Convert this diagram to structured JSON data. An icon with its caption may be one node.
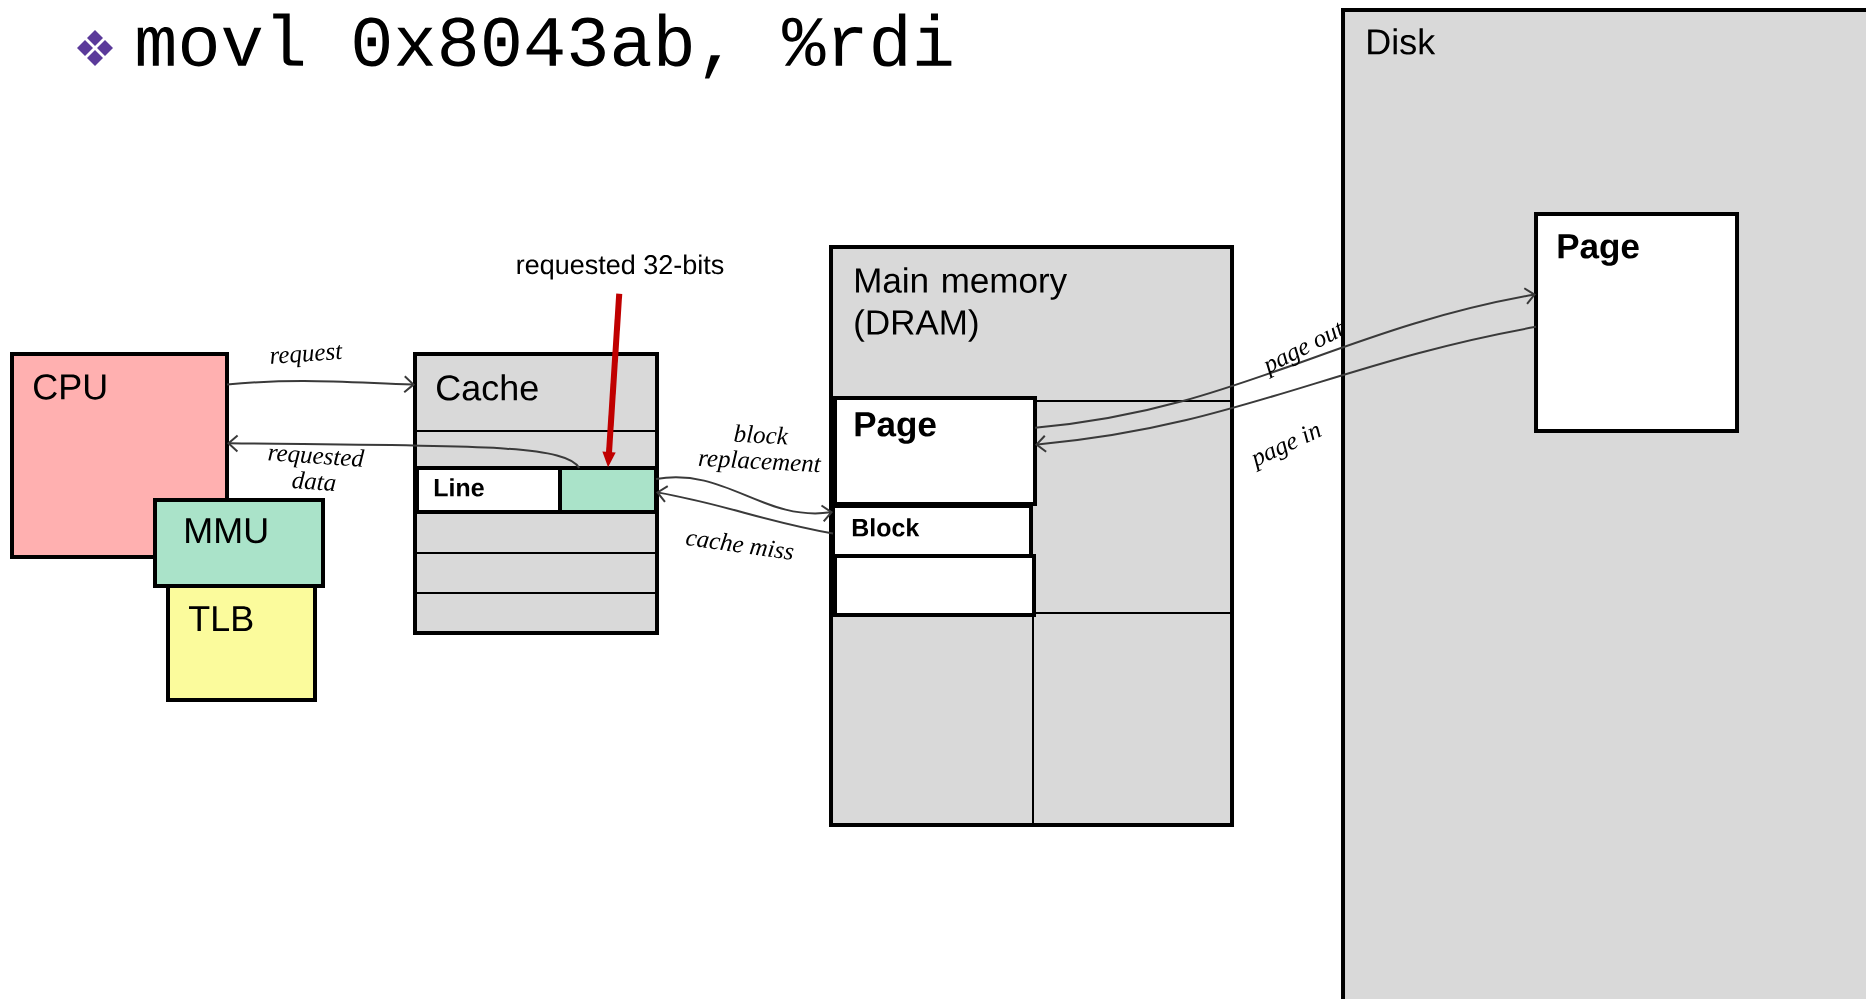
{
  "diagram": {
    "nodes": [
      {
        "text": [
          "CPU"
        ]
      },
      {
        "text": [
          "MMU"
        ]
      },
      {
        "text": [
          "TLB"
        ]
      },
      {
        "text": [
          "Cache"
        ]
      },
      {
        "text": [
          "Line"
        ],
        "in": 3
      },
      {
        "text": [],
        "shape": "box",
        "in": 3
      },
      {
        "text": [
          "requested 32-bits"
        ]
      },
      {
        "text": [
          "Main memory (DRAM)"
        ]
      },
      {
        "text": [
          "Page"
        ],
        "in": 7
      },
      {
        "text": [
          "Block"
        ],
        "in": 7
      },
      {
        "text": [],
        "shape": "box",
        "in": 7
      },
      {
        "text": [
          "Disk"
        ]
      },
      {
        "text": [
          "Page"
        ],
        "in": 11
      }
    ],
    "edges": [
      {
        "from": 0,
        "to": 3,
        "arrow": "to",
        "label": "request"
      },
      {
        "from": 5,
        "to": 0,
        "arrow": "to",
        "label": "requested data"
      },
      {
        "from": 6,
        "to": 5,
        "arrow": "to",
        "style": "thick",
        "color": "#c00000"
      },
      {
        "from": 5,
        "to": 9,
        "arrow": "to",
        "label": "block replacement"
      },
      {
        "from": 9,
        "to": 5,
        "arrow": "to",
        "label": "cache miss"
      },
      {
        "from": 8,
        "to": 12,
        "arrow": "to",
        "label": "page out"
      },
      {
        "from": 12,
        "to": 8,
        "arrow": "to",
        "label": "page in"
      }
    ],
    "labels": [
      "movl 0x8043ab, %rdi"
    ]
  }
}
